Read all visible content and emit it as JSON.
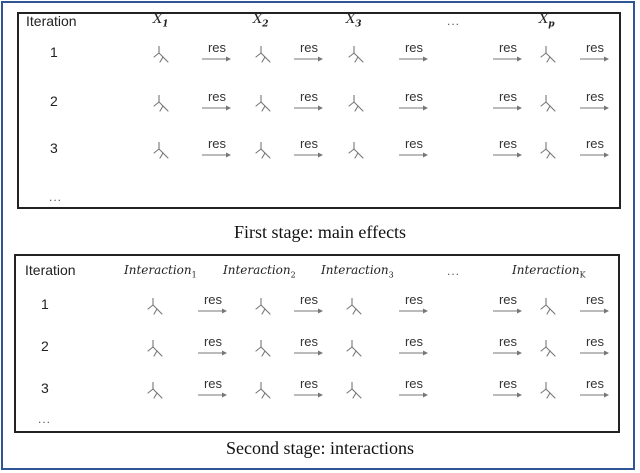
{
  "stage1": {
    "iteration_header": "Iteration",
    "columns": [
      {
        "var": "X",
        "sub": "1"
      },
      {
        "var": "X",
        "sub": "2"
      },
      {
        "var": "X",
        "sub": "3"
      },
      {
        "ellipsis": "..."
      },
      {
        "var": "X",
        "sub": "p"
      }
    ],
    "rows": [
      "1",
      "2",
      "3"
    ],
    "more_rows": "...",
    "residual_label": "res",
    "caption": "First stage: main effects"
  },
  "stage2": {
    "iteration_header": "Iteration",
    "columns": [
      {
        "var": "Interaction",
        "sub": "1"
      },
      {
        "var": "Interaction",
        "sub": "2"
      },
      {
        "var": "Interaction",
        "sub": "3"
      },
      {
        "ellipsis": "..."
      },
      {
        "var": "Interaction",
        "sub": "K"
      }
    ],
    "rows": [
      "1",
      "2",
      "3"
    ],
    "more_rows": "...",
    "residual_label": "res",
    "caption": "Second stage: interactions"
  },
  "icons": {
    "tree": "tree-icon",
    "arrow": "arrow-right-icon"
  },
  "colors": {
    "outer_border": "#2f5597",
    "box_border": "#222222",
    "tree_stroke": "#777777",
    "arrow_stroke": "#777777"
  }
}
